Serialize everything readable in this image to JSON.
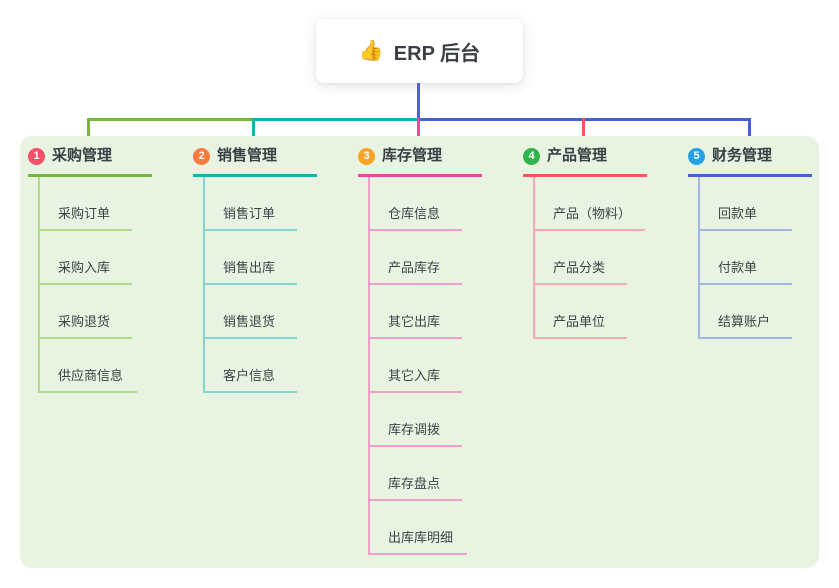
{
  "root": {
    "icon": "👍",
    "title": "ERP 后台"
  },
  "colors": {
    "panel_bg": "#e8f4e1",
    "root_line": "#4f61d4",
    "text_dark": "#3b3f45",
    "text_child": "#3e4247"
  },
  "branches": [
    {
      "number": "1",
      "label": "采购管理",
      "color": "#76b83a",
      "light_color": "#b4da8b",
      "badge_color": "#f4506a",
      "items": [
        {
          "label": "采购订单"
        },
        {
          "label": "采购入库"
        },
        {
          "label": "采购退货"
        },
        {
          "label": "供应商信息"
        }
      ]
    },
    {
      "number": "2",
      "label": "销售管理",
      "color": "#13b5ab",
      "light_color": "#82d6ce",
      "badge_color": "#f87b40",
      "items": [
        {
          "label": "销售订单"
        },
        {
          "label": "销售出库"
        },
        {
          "label": "销售退货"
        },
        {
          "label": "客户信息"
        }
      ]
    },
    {
      "number": "3",
      "label": "库存管理",
      "color": "#e9499d",
      "light_color": "#f19fc9",
      "badge_color": "#f9a426",
      "items": [
        {
          "label": "仓库信息"
        },
        {
          "label": "产品库存"
        },
        {
          "label": "其它出库"
        },
        {
          "label": "其它入库"
        },
        {
          "label": "库存调拨"
        },
        {
          "label": "库存盘点"
        },
        {
          "label": "出库库明细"
        }
      ]
    },
    {
      "number": "4",
      "label": "产品管理",
      "color": "#f8545e",
      "light_color": "#f9aaae",
      "badge_color": "#30b34c",
      "items": [
        {
          "label": "产品（物料）"
        },
        {
          "label": "产品分类"
        },
        {
          "label": "产品单位"
        }
      ]
    },
    {
      "number": "5",
      "label": "财务管理",
      "color": "#4660cd",
      "light_color": "#a3b5e6",
      "badge_color": "#27a1e5",
      "items": [
        {
          "label": "回款单"
        },
        {
          "label": "付款单"
        },
        {
          "label": "结算账户"
        }
      ]
    }
  ]
}
